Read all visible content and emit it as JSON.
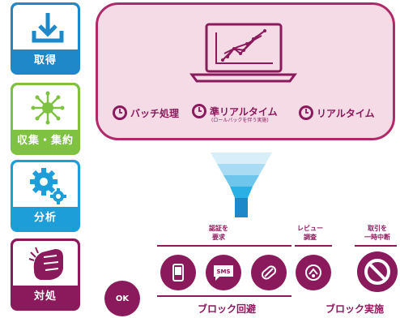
{
  "tiles": [
    {
      "label": "取得",
      "icon": "download-icon"
    },
    {
      "label": "収集・集約",
      "icon": "network-hub-icon"
    },
    {
      "label": "分析",
      "icon": "gears-icon"
    },
    {
      "label": "対処",
      "icon": "fist-icon"
    }
  ],
  "panel": {
    "items": [
      {
        "label": "バッチ処理"
      },
      {
        "label": "準リアルタイム",
        "sub": "(ロールバックを伴う実施)"
      },
      {
        "label": "リアルタイム"
      }
    ]
  },
  "labels": {
    "auth": "認証を\n要求",
    "review": "レビュー\n調査",
    "suspend": "取引を\n一時中断",
    "block_avoid": "ブロック回避",
    "block_exec": "ブロック実施",
    "ok": "OK",
    "sms": "SMS"
  },
  "colors": {
    "brand": "#8b1a5c",
    "blue": "#1e88c9",
    "green": "#7fc242",
    "lightblue": "#1e9ed8",
    "panel_bg": "#f4dbe6"
  }
}
